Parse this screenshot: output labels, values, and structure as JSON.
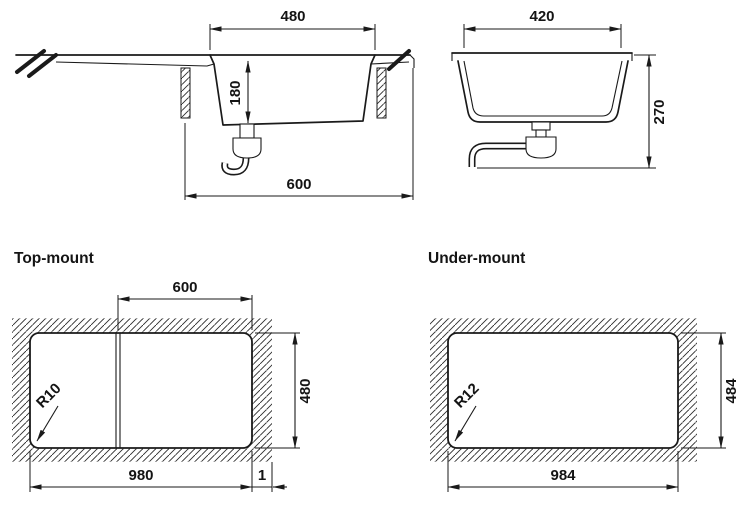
{
  "colors": {
    "line": "#1a1a1a",
    "background": "#ffffff"
  },
  "side_view": {
    "dim_top": "480",
    "dim_depth": "180",
    "dim_bottom": "600"
  },
  "end_view": {
    "dim_top": "420",
    "dim_height": "270"
  },
  "top_mount": {
    "label": "Top-mount",
    "dim_top": "600",
    "dim_right": "480",
    "dim_bottom": "980",
    "dim_gap": "1",
    "radius": "R10"
  },
  "under_mount": {
    "label": "Under-mount",
    "dim_right": "484",
    "dim_bottom": "984",
    "radius": "R12"
  }
}
